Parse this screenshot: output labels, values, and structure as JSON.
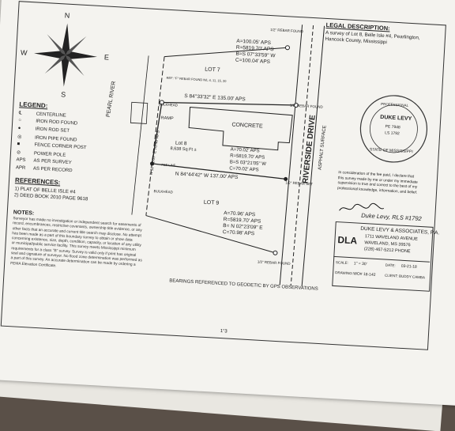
{
  "legal": {
    "heading": "LEGAL DESCRIPTION:",
    "line1": "A survey of Lot 8, Belle Isle #4, Pearlington,",
    "line2": "Hancock County, Mississippi"
  },
  "compass": {
    "n": "N",
    "s": "S",
    "e": "E",
    "w": "W"
  },
  "lots": {
    "lot7": "LOT 7",
    "lot8": "Lot 8",
    "lot8_area": "8,638 Sq Ft ±",
    "lot9": "LOT 9"
  },
  "curve_top": {
    "a": "A=100.05' APS",
    "r": "R=5819.70' APS",
    "b": "B=S 07°33'59\" W",
    "c": "C=100.04' APS"
  },
  "curve_mid": {
    "a": "A=70.02' APS",
    "r": "R=5819.70' APS",
    "b": "B=S 03°21'05\" W",
    "c": "C=70.02' APS"
  },
  "curve_bot": {
    "a": "A=70.96' APS",
    "r": "R=5819.70' APS",
    "b": "B= N 02°23'09\" E",
    "c": "C=70.98' APS"
  },
  "bearings": {
    "top_line": "S 84°33'32\" E   135.00' APS",
    "bottom_line": "N 84°44'42\" W   137.00' APS",
    "left_line": "N 11°32'07\" E  70.46' APS"
  },
  "labels": {
    "pearl_river": "PEARL RIVER",
    "riverside": "RIVERSIDE DRIVE",
    "asphalt": "ASPHALT SURFACE",
    "concrete": "CONCRETE",
    "ramp": "RAMP",
    "bulkhead_top": "BULKHEAD",
    "bulkhead_bottom": "BULKHEAD",
    "rebar_found_top": "1/2\" REBAR FOUND",
    "rebar_found_right": "1/2\" REBAR FOUND",
    "rebar_set_right": "1/2\" REBAR SET",
    "rebar_found_bottom": "1/2\" REBAR FOUND",
    "ref_note": "REF: \"F\" REBAR FOUND N/L 4, 11, 15, 20",
    "fee_line": "FEE LINE"
  },
  "legend": {
    "title": "LEGEND:",
    "items": [
      {
        "sym": "℄",
        "text": "CENTERLINE"
      },
      {
        "sym": "○",
        "text": "IRON ROD FOUND"
      },
      {
        "sym": "●",
        "text": "IRON ROD SET"
      },
      {
        "sym": "◎",
        "text": "IRON PIPE FOUND"
      },
      {
        "sym": "■",
        "text": "FENCE CORNER POST"
      },
      {
        "sym": "⊘",
        "text": "POWER POLE"
      },
      {
        "sym": "APS",
        "text": "AS PER SURVEY"
      },
      {
        "sym": "APR",
        "text": "AS PER RECORD"
      }
    ]
  },
  "references": {
    "title": "REFERENCES:",
    "items": [
      "1) PLAT OF BELLE ISLE #4",
      "2) DEED BOOK 2010 PAGE 9618"
    ]
  },
  "notes": {
    "title": "NOTES:",
    "lines": [
      "Surveyor has made no investigation or independent search for easements of",
      "record, encumbrances, restrictive covenants, ownership title evidence, or any",
      "other facts that an accurate and current title search may disclose. No attempt",
      "has been made as a part of this boundary survey to obtain or show data",
      "concerning existence, size, depth, condition, capacity, or location of any utility",
      "or municipal/public service facility. This survey meets Mississippi minimum",
      "requirements for a class \"B\" survey. Survey is valid only if print has original",
      "seal and signature of surveyor. No flood zone determination was performed as",
      "a part of this survey. An accurate determination can be made by ordering a",
      "FEMA Elevation Certificate."
    ]
  },
  "bearings_note": "BEARINGS REFERENCED TO GEODETIC BY GPS OBSERVATIONS",
  "certification": {
    "lines": [
      "In consideration of the fee paid, I declare that",
      "this survey made by me or under my immediate",
      "supervision is true and correct to the best of my",
      "professional knowledge, information, and belief."
    ],
    "signature": "Duke Levy, RLS #1792"
  },
  "seal": {
    "outer_top": "PROFESSIONAL",
    "name": "DUKE LEVY",
    "license": "PE 7948",
    "license2": "LS 1792",
    "bottom": "STATE OF MISSISSIPPI"
  },
  "firm": {
    "name": "DUKE LEVY & ASSOCIATES, P.A.",
    "logo": "DLA",
    "addr1": "1711 WAVELAND AVENUE",
    "addr2": "WAVELAND, MS  39576",
    "phone": "(228) 467-5212 PHONE"
  },
  "titleblock": {
    "scale_label": "SCALE:",
    "scale": "1\" = 30'",
    "date_label": "DATE:",
    "date": "03-21-18",
    "drawing_label": "DRAWING:",
    "drawing": "WO# 18-142",
    "client_label": "CLIENT:",
    "client": "BUDDY CAMBA"
  },
  "page_footer": "1\"3"
}
